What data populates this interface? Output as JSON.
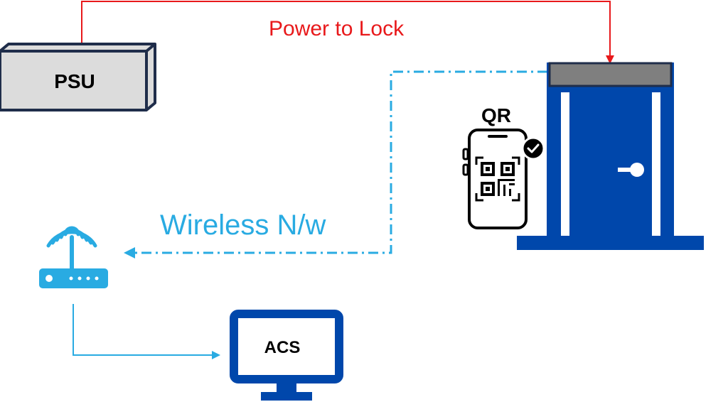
{
  "labels": {
    "psu": "PSU",
    "power_line": "Power to Lock",
    "wireless": "Wireless N/w",
    "qr": "QR",
    "acs": "ACS"
  },
  "icons": {
    "psu": "psu-box-icon",
    "router": "wifi-router-icon",
    "monitor": "monitor-icon",
    "phone": "qr-phone-icon",
    "check": "checkmark-icon",
    "door": "door-icon",
    "lock": "magnetic-lock-icon"
  },
  "colors": {
    "power_line": "#e8191b",
    "wireless": "#29abe2",
    "dark_blue": "#0047ab",
    "navy": "#1f2d4a",
    "lock_gray": "#7f7f7f"
  }
}
